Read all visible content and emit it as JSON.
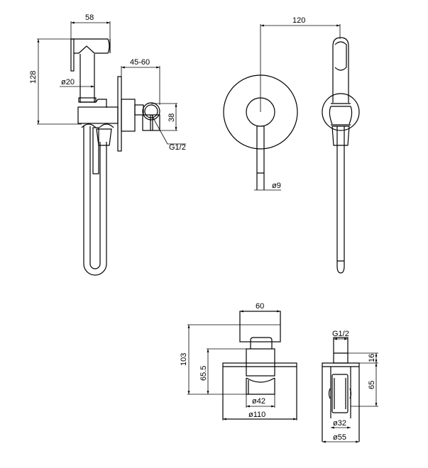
{
  "drawing": {
    "side_view": {
      "width_58": "58",
      "height_128": "128",
      "diameter_20": "ø20",
      "reach_45_60": "45-60",
      "height_38": "38",
      "thread": "G1/2"
    },
    "front_view": {
      "center_distance_120": "120",
      "lever_diameter_9": "ø9"
    },
    "valve_front": {
      "handle_width_60": "60",
      "height_103": "103",
      "height_65_5": "65.5",
      "diameter_42": "ø42",
      "plate_diameter_110": "ø110"
    },
    "valve_side": {
      "thread": "G1/2",
      "offset_16": "16",
      "depth_65": "65",
      "diameter_32": "ø32",
      "diameter_55": "ø55"
    }
  },
  "colors": {
    "line": "#000000",
    "background": "#ffffff"
  }
}
